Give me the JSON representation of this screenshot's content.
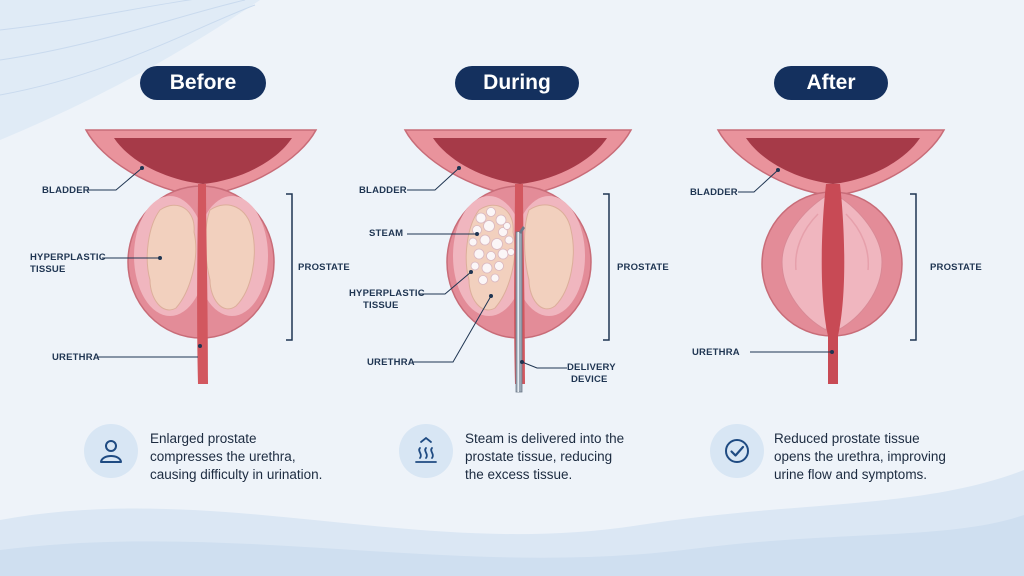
{
  "panels": [
    {
      "title": "Before",
      "labels": {
        "bladder": "BLADDER",
        "tissue": [
          "HYPERPLASTIC",
          "TISSUE"
        ],
        "urethra": "URETHRA",
        "prostate": "PROSTATE"
      },
      "description": [
        "Enlarged prostate",
        "compresses the urethra,",
        "causing difficulty in urination."
      ],
      "icon": "person-icon"
    },
    {
      "title": "During",
      "labels": {
        "bladder": "BLADDER",
        "steam": "STEAM",
        "tissue": [
          "HYPERPLASTIC",
          "TISSUE"
        ],
        "urethra": "URETHRA",
        "prostate": "PROSTATE",
        "device": [
          "DELIVERY",
          "DEVICE"
        ]
      },
      "description": [
        "Steam is delivered into the",
        "prostate tissue, reducing",
        "the excess tissue."
      ],
      "icon": "steam-icon"
    },
    {
      "title": "After",
      "labels": {
        "bladder": "BLADDER",
        "urethra": "URETHRA",
        "prostate": "PROSTATE"
      },
      "description": [
        "Reduced prostate tissue",
        "opens the urethra, improving",
        "urine flow and symptoms."
      ],
      "icon": "check-circle-icon"
    }
  ],
  "colors": {
    "title_bg": "#14305e",
    "bladder": "#a63a48",
    "prostate": "#e38c98",
    "tissue": "#f2d0be",
    "urethra": "#d2575f",
    "background": "#eef3f9"
  }
}
